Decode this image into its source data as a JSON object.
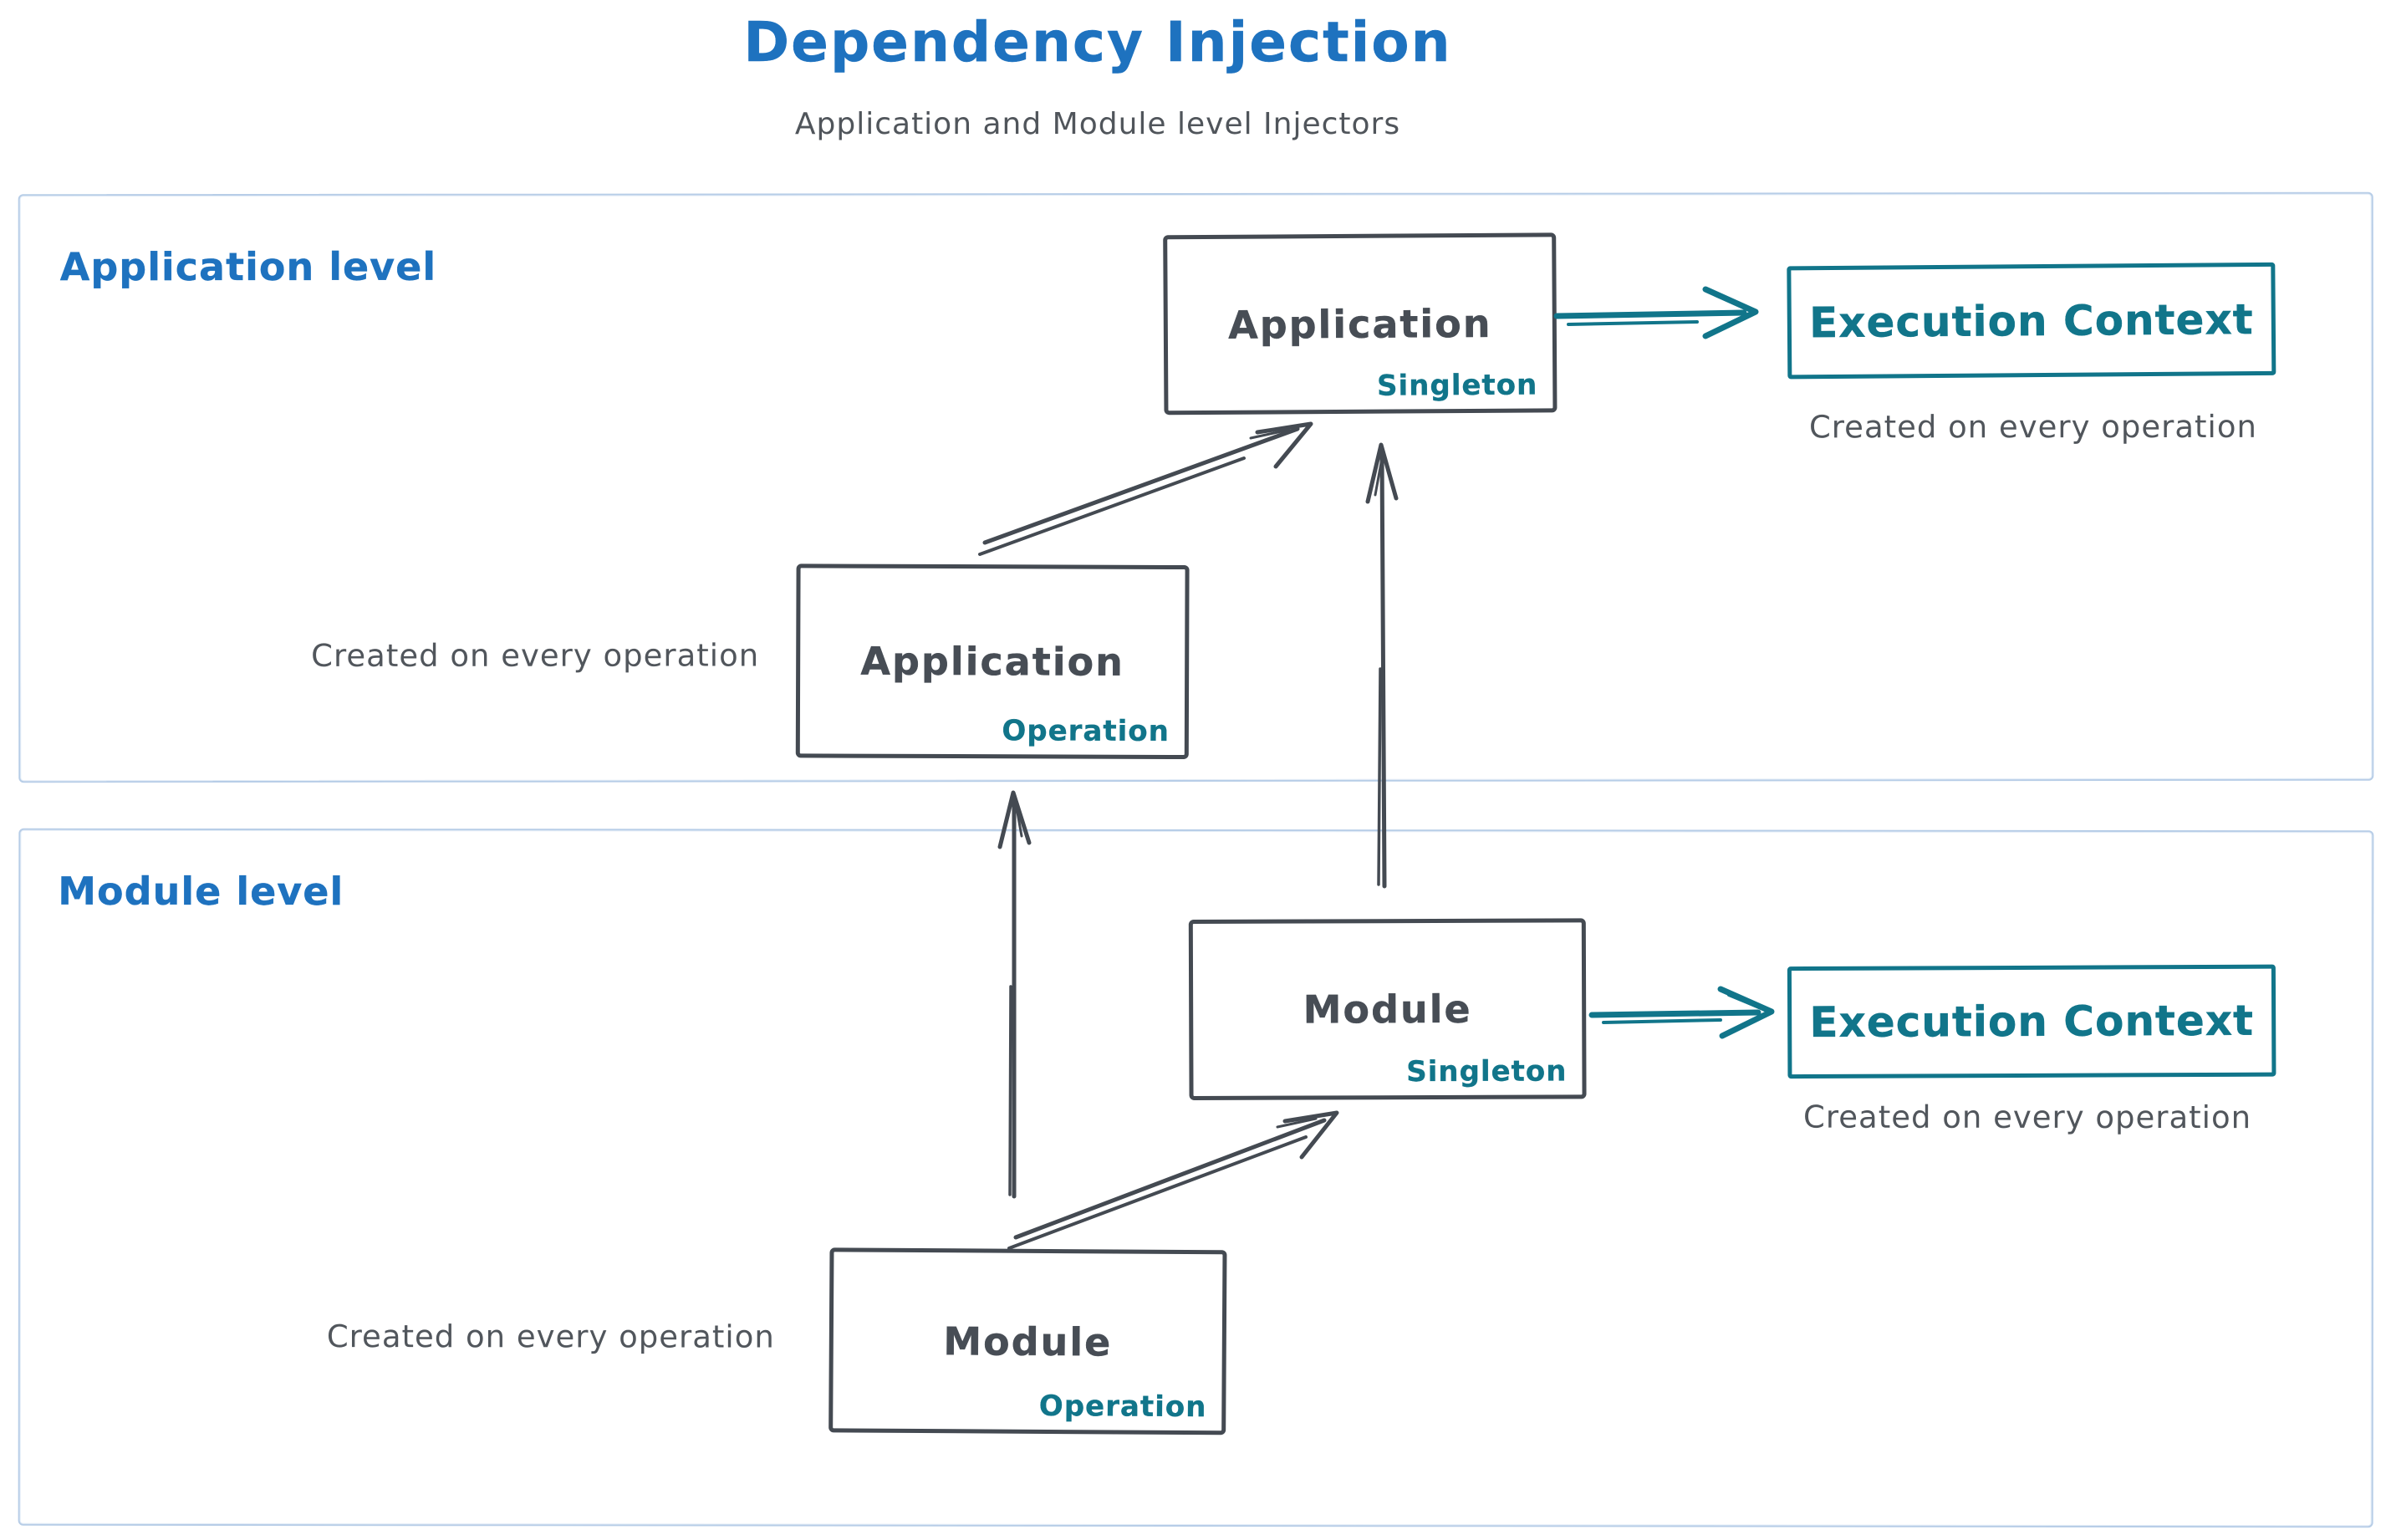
{
  "title": "Dependency Injection",
  "subtitle": "Application and Module level Injectors",
  "colors": {
    "title_blue": "#1e72bf",
    "ink_dark": "#444a52",
    "teal": "#11758a",
    "note_gray": "#51565c",
    "container_border": "#b7cde7"
  },
  "application_level": {
    "label": "Application level",
    "singleton_box": {
      "title": "Application",
      "scope": "Singleton"
    },
    "operation_box": {
      "title": "Application",
      "scope": "Operation"
    },
    "operation_note": "Created on every operation",
    "execution_context": {
      "label": "Execution Context",
      "note": "Created on every operation"
    }
  },
  "module_level": {
    "label": "Module level",
    "singleton_box": {
      "title": "Module",
      "scope": "Singleton"
    },
    "operation_box": {
      "title": "Module",
      "scope": "Operation"
    },
    "operation_note": "Created on every operation",
    "execution_context": {
      "label": "Execution Context",
      "note": "Created on every operation"
    }
  }
}
